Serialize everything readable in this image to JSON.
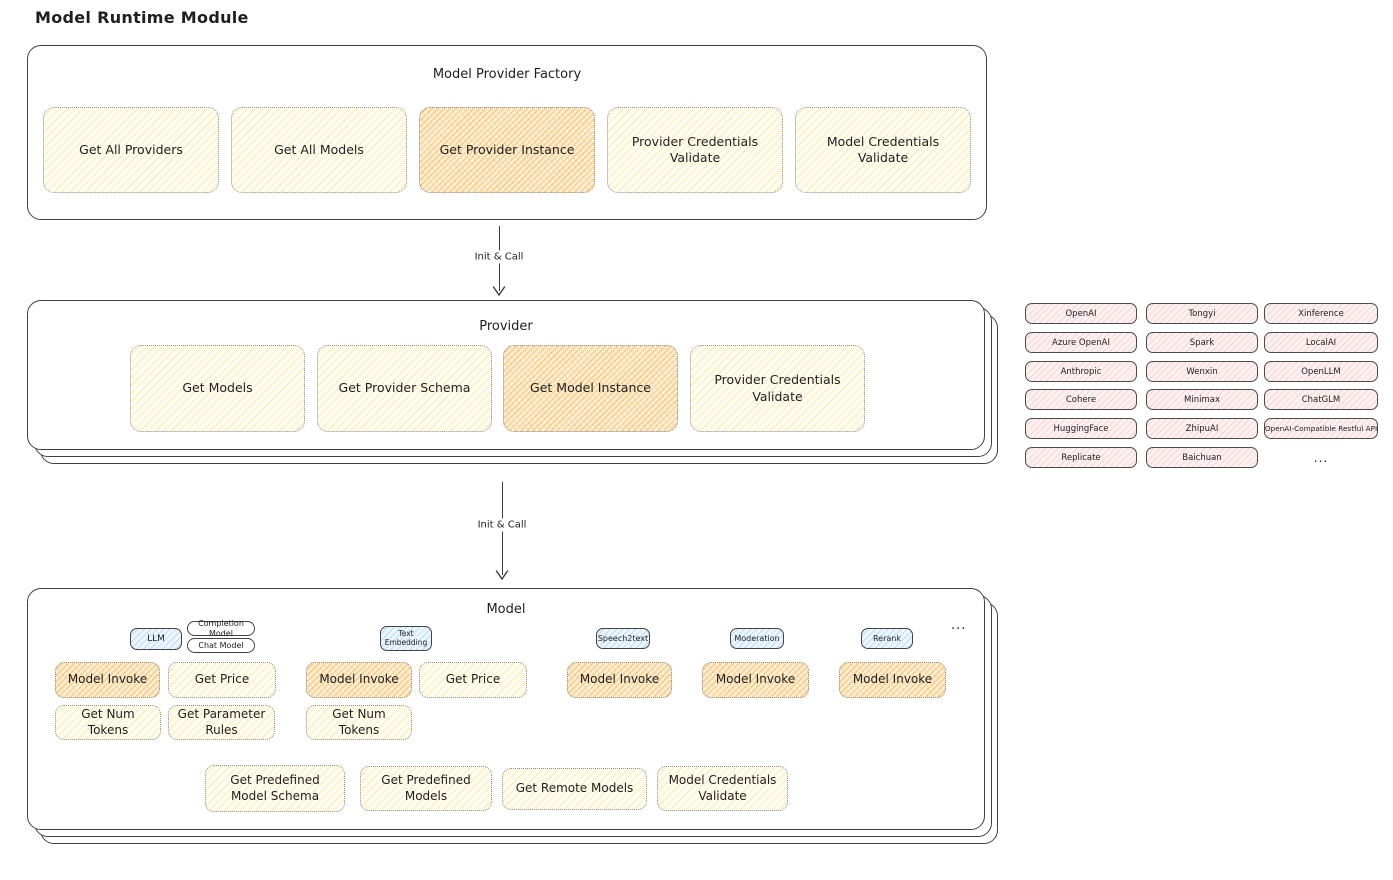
{
  "page_title": "Model Runtime Module",
  "factory": {
    "title": "Model Provider Factory",
    "buttons": [
      {
        "label": "Get All Providers",
        "highlight": false
      },
      {
        "label": "Get All Models",
        "highlight": false
      },
      {
        "label": "Get Provider Instance",
        "highlight": true
      },
      {
        "label": "Provider Credentials Validate",
        "highlight": false
      },
      {
        "label": "Model Credentials Validate",
        "highlight": false
      }
    ]
  },
  "arrows": [
    {
      "label": "Init & Call"
    },
    {
      "label": "Init & Call"
    }
  ],
  "provider": {
    "title": "Provider",
    "buttons": [
      {
        "label": "Get Models",
        "highlight": false
      },
      {
        "label": "Get Provider Schema",
        "highlight": false
      },
      {
        "label": "Get Model Instance",
        "highlight": true
      },
      {
        "label": "Provider Credentials Validate",
        "highlight": false
      }
    ]
  },
  "provider_list": {
    "items": [
      "OpenAI",
      "Tongyi",
      "Xinference",
      "Azure OpenAI",
      "Spark",
      "LocalAI",
      "Anthropic",
      "Wenxin",
      "OpenLLM",
      "Cohere",
      "Minimax",
      "ChatGLM",
      "HuggingFace",
      "ZhipuAI",
      "OpenAI-Compatible Restful API",
      "Replicate",
      "Baichuan",
      "..."
    ]
  },
  "model": {
    "title": "Model",
    "tags": [
      {
        "label": "LLM",
        "style": "blue"
      },
      {
        "label": "Completion Model",
        "style": "white"
      },
      {
        "label": "Chat Model",
        "style": "white"
      },
      {
        "label": "Text Embedding",
        "style": "blue"
      },
      {
        "label": "Speech2text",
        "style": "blue"
      },
      {
        "label": "Moderation",
        "style": "blue"
      },
      {
        "label": "Rerank",
        "style": "blue"
      }
    ],
    "more": "...",
    "buttons": [
      {
        "label": "Model Invoke",
        "highlight": true
      },
      {
        "label": "Get Price",
        "highlight": false
      },
      {
        "label": "Model Invoke",
        "highlight": true
      },
      {
        "label": "Get Price",
        "highlight": false
      },
      {
        "label": "Model Invoke",
        "highlight": true
      },
      {
        "label": "Model Invoke",
        "highlight": true
      },
      {
        "label": "Model Invoke",
        "highlight": true
      },
      {
        "label": "Get Num Tokens",
        "highlight": false
      },
      {
        "label": "Get Parameter Rules",
        "highlight": false
      },
      {
        "label": "Get Num Tokens",
        "highlight": false
      },
      {
        "label": "Get Predefined Model Schema",
        "highlight": false
      },
      {
        "label": "Get Predefined Models",
        "highlight": false
      },
      {
        "label": "Get Remote Models",
        "highlight": false
      },
      {
        "label": "Model Credentials Validate",
        "highlight": false
      }
    ]
  }
}
